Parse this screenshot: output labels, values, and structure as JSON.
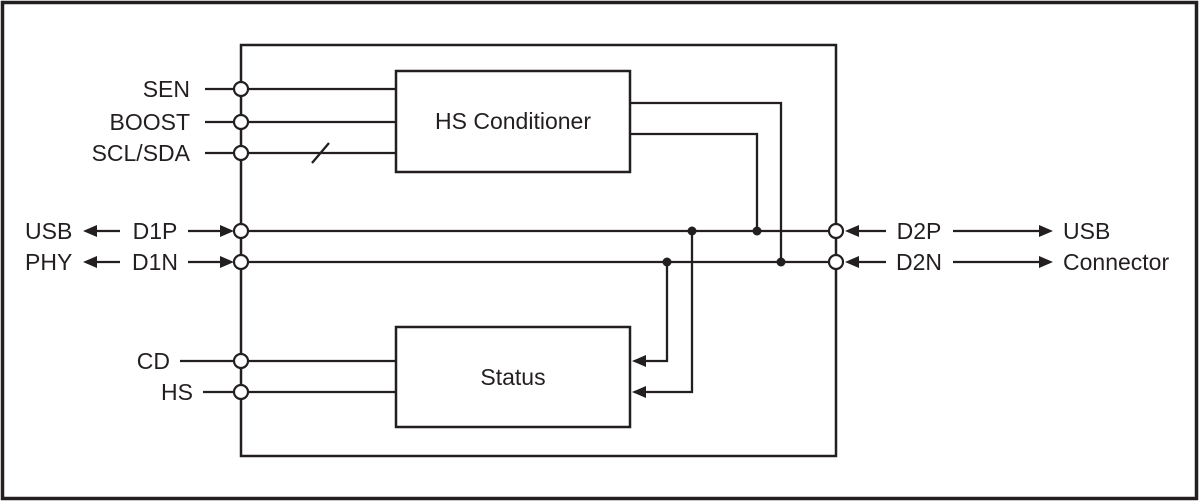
{
  "labels": {
    "sen": "SEN",
    "boost": "BOOST",
    "scl_sda": "SCL/SDA",
    "usb_left": "USB",
    "phy_left": "PHY",
    "d1p": "D1P",
    "d1n": "D1N",
    "cd": "CD",
    "hs": "HS",
    "hs_conditioner": "HS Conditioner",
    "status": "Status",
    "d2p": "D2P",
    "d2n": "D2N",
    "usb_right": "USB",
    "connector_right": "Connector"
  },
  "colors": {
    "stroke": "#231f20",
    "background": "#ffffff"
  }
}
